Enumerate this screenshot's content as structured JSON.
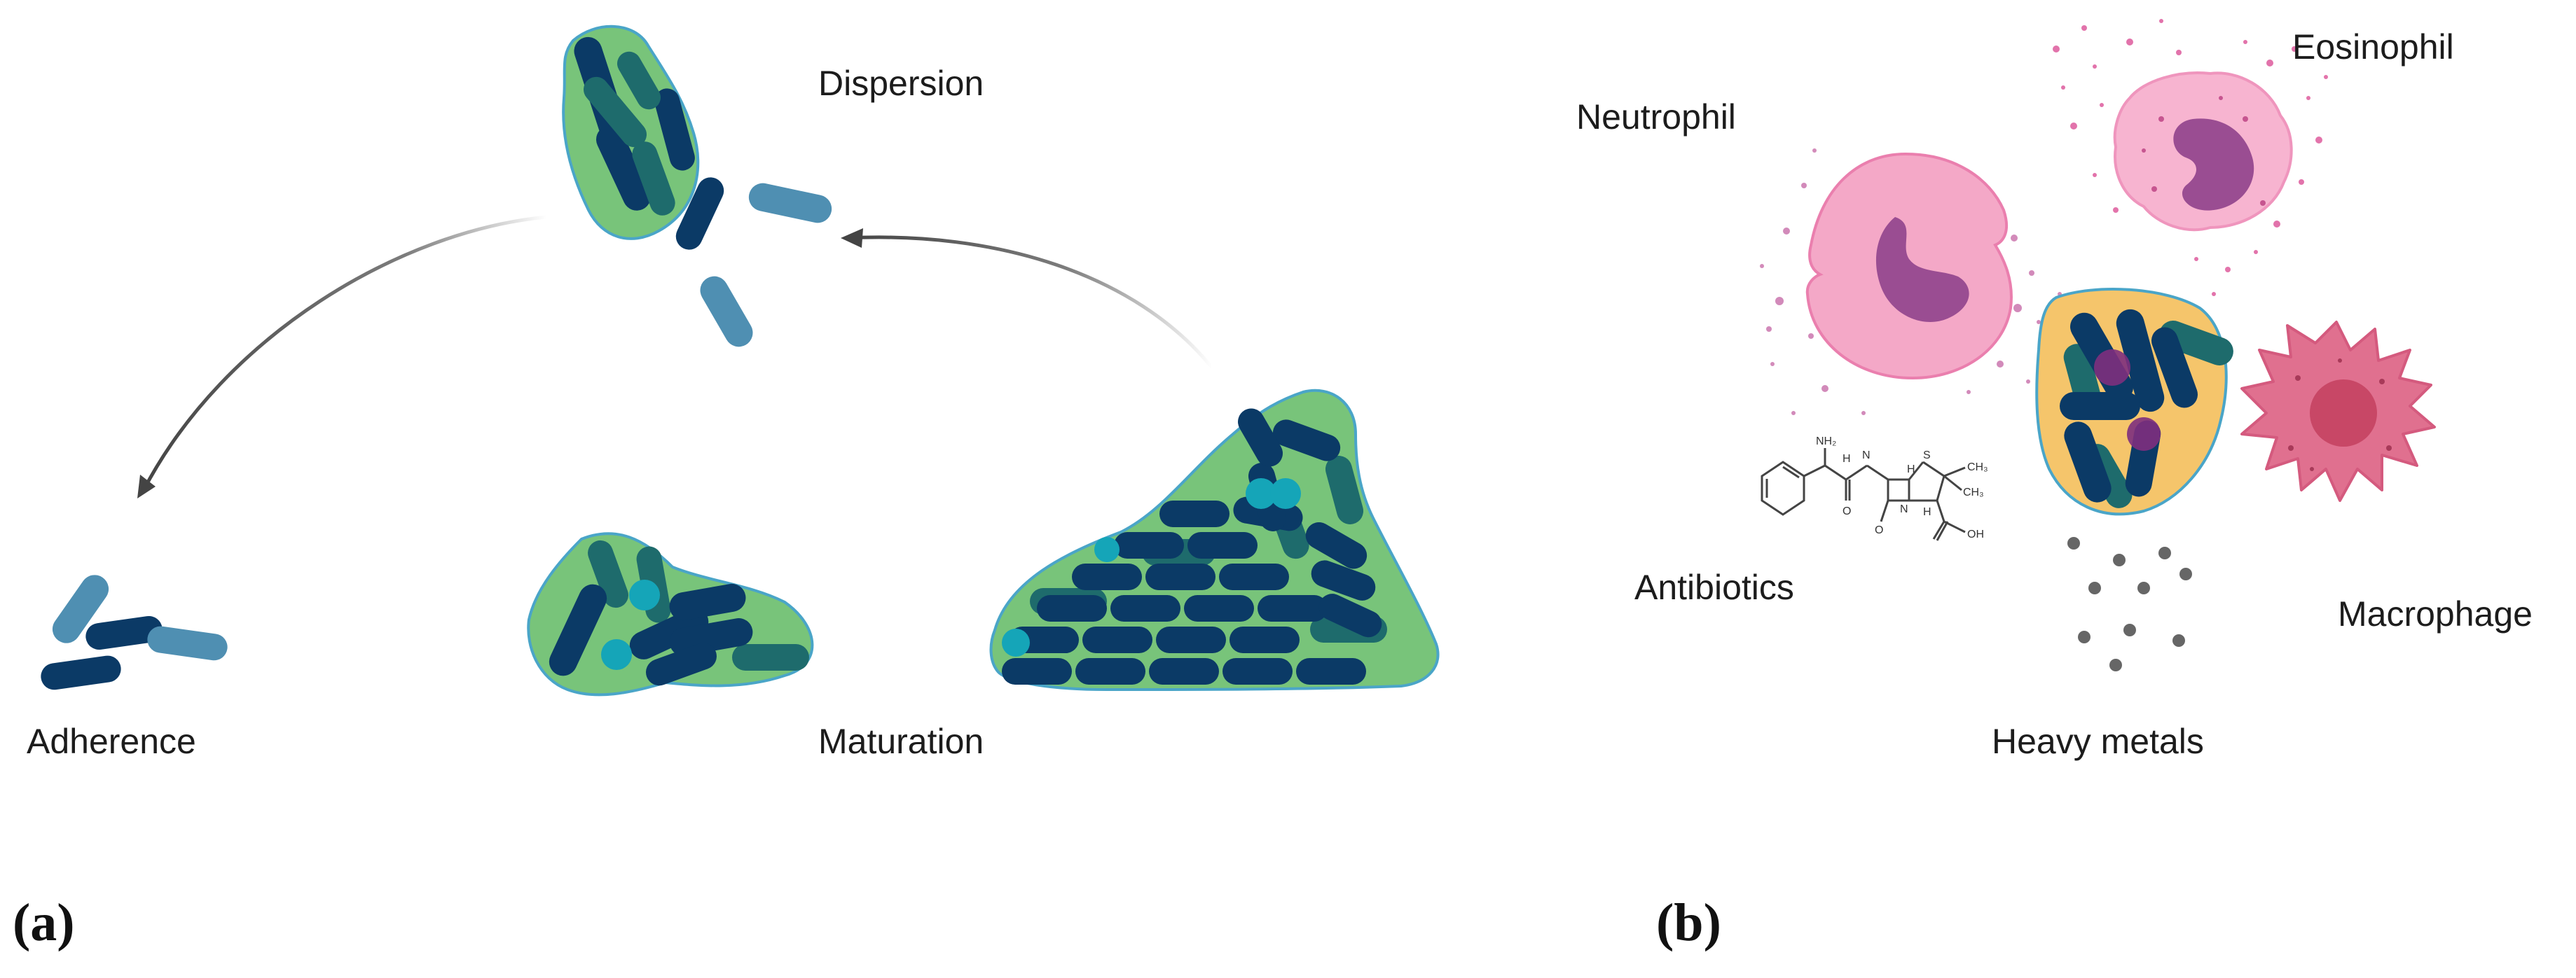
{
  "panel_a": {
    "letter": "(a)",
    "labels": {
      "dispersion": "Dispersion",
      "adherence": "Adherence",
      "maturation": "Maturation"
    }
  },
  "panel_b": {
    "letter": "(b)",
    "labels": {
      "neutrophil": "Neutrophil",
      "eosinophil": "Eosinophil",
      "antibiotics": "Antibiotics",
      "macrophage": "Macrophage",
      "heavy_metals": "Heavy metals"
    },
    "molecule_labels": {
      "nh2": "NH₂",
      "h1": "H",
      "h2": "H",
      "n1": "N",
      "n2": "N",
      "s": "S",
      "ch3_a": "CH₃",
      "ch3_b": "CH₃",
      "o1": "O",
      "o2": "O",
      "oh": "OH",
      "h3": "H"
    }
  },
  "colors": {
    "matrix_green": "#78c47a",
    "matrix_edge": "#4aa5c8",
    "rod_navy": "#0b3a66",
    "rod_teal": "#1e6b6c",
    "rod_light": "#4f8fb2",
    "coccus": "#15a5b8",
    "neutrophil": "#f4a8c7",
    "eosinophil": "#f7b4d0",
    "nucleus": "#9a4d92",
    "macrophage": "#e0708f",
    "capsule": "#f5c56b",
    "metal_dot": "#666666"
  }
}
